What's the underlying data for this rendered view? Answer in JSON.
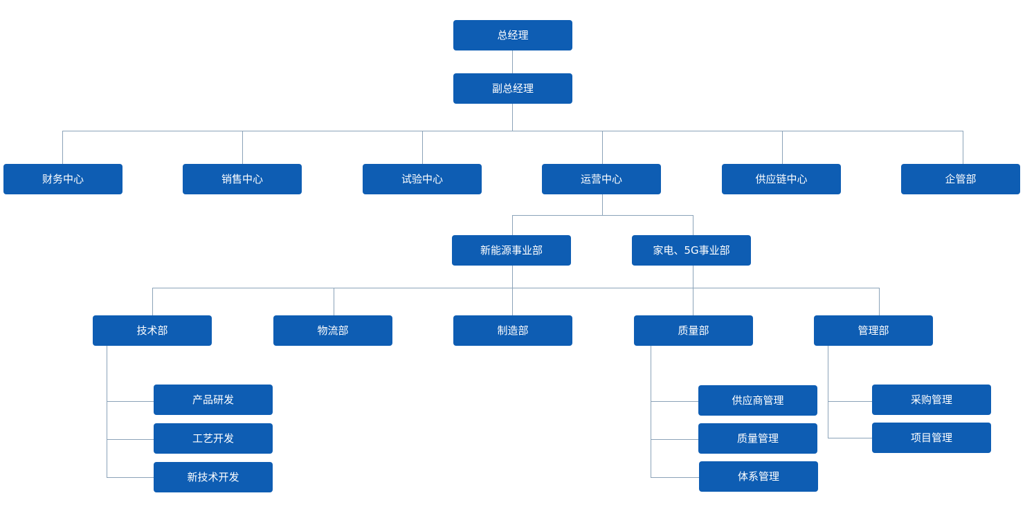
{
  "org_chart": {
    "ceo": "总经理",
    "deputy": "副总经理",
    "centers": {
      "finance": "财务中心",
      "sales": "销售中心",
      "testing": "试验中心",
      "operations": "运营中心",
      "supply_chain": "供应链中心",
      "enterprise_mgmt": "企管部"
    },
    "business_units": {
      "new_energy": "新能源事业部",
      "appliance_5g": "家电、5G事业部"
    },
    "departments": {
      "technology": "技术部",
      "logistics": "物流部",
      "manufacturing": "制造部",
      "quality": "质量部",
      "management": "管理部"
    },
    "technology_subunits": [
      "产品研发",
      "工艺开发",
      "新技术开发"
    ],
    "quality_subunits": [
      "供应商管理",
      "质量管理",
      "体系管理"
    ],
    "management_subunits": [
      "采购管理",
      "项目管理"
    ]
  }
}
